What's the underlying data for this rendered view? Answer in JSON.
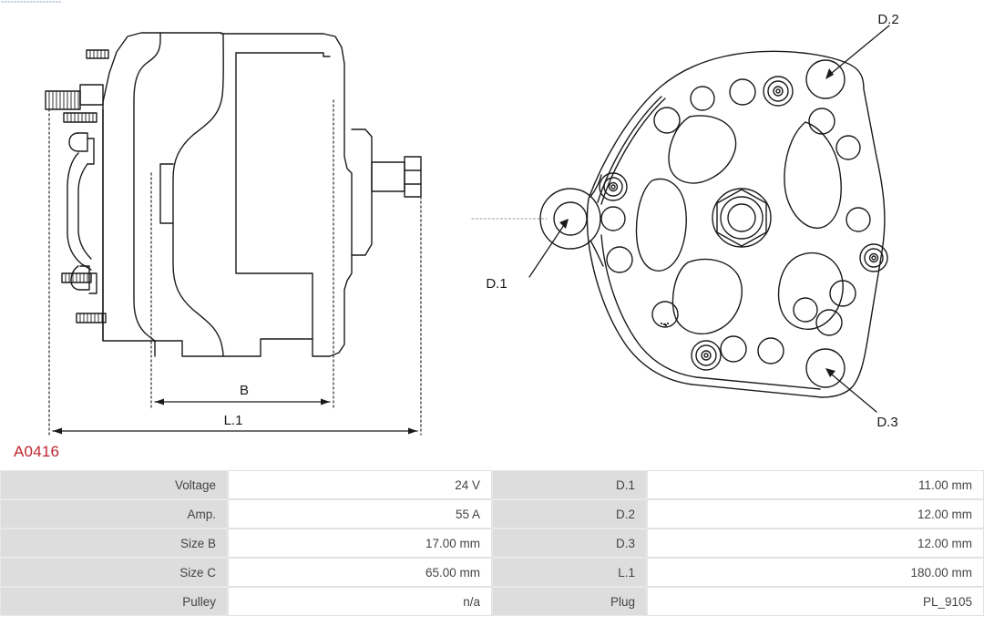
{
  "part": {
    "number": "A0416",
    "number_color": "#bf2630"
  },
  "drawing": {
    "title": "alternator-technical-drawing",
    "side_view": {
      "name": "alternator-side-view",
      "dimension_labels": [
        {
          "id": "B",
          "text": "B"
        },
        {
          "id": "L1",
          "text": "L.1"
        }
      ]
    },
    "front_view": {
      "name": "alternator-front-view",
      "callouts": [
        {
          "id": "D1",
          "text": "D.1"
        },
        {
          "id": "D2",
          "text": "D.2"
        },
        {
          "id": "D3",
          "text": "D.3"
        }
      ]
    },
    "line_color": "#1a1a1a"
  },
  "spec_tables": {
    "left": {
      "name": "electrical-spec-table",
      "rows": [
        {
          "label": "Voltage",
          "value": "24 V"
        },
        {
          "label": "Amp.",
          "value": "55 A"
        },
        {
          "label": "Size B",
          "value": "17.00 mm"
        },
        {
          "label": "Size C",
          "value": "65.00 mm"
        },
        {
          "label": "Pulley",
          "value": "n/a"
        }
      ]
    },
    "right": {
      "name": "dimension-spec-table",
      "rows": [
        {
          "label": "D.1",
          "value": "11.00 mm"
        },
        {
          "label": "D.2",
          "value": "12.00 mm"
        },
        {
          "label": "D.3",
          "value": "12.00 mm"
        },
        {
          "label": "L.1",
          "value": "180.00 mm"
        },
        {
          "label": "Plug",
          "value": "PL_9105"
        }
      ]
    }
  }
}
